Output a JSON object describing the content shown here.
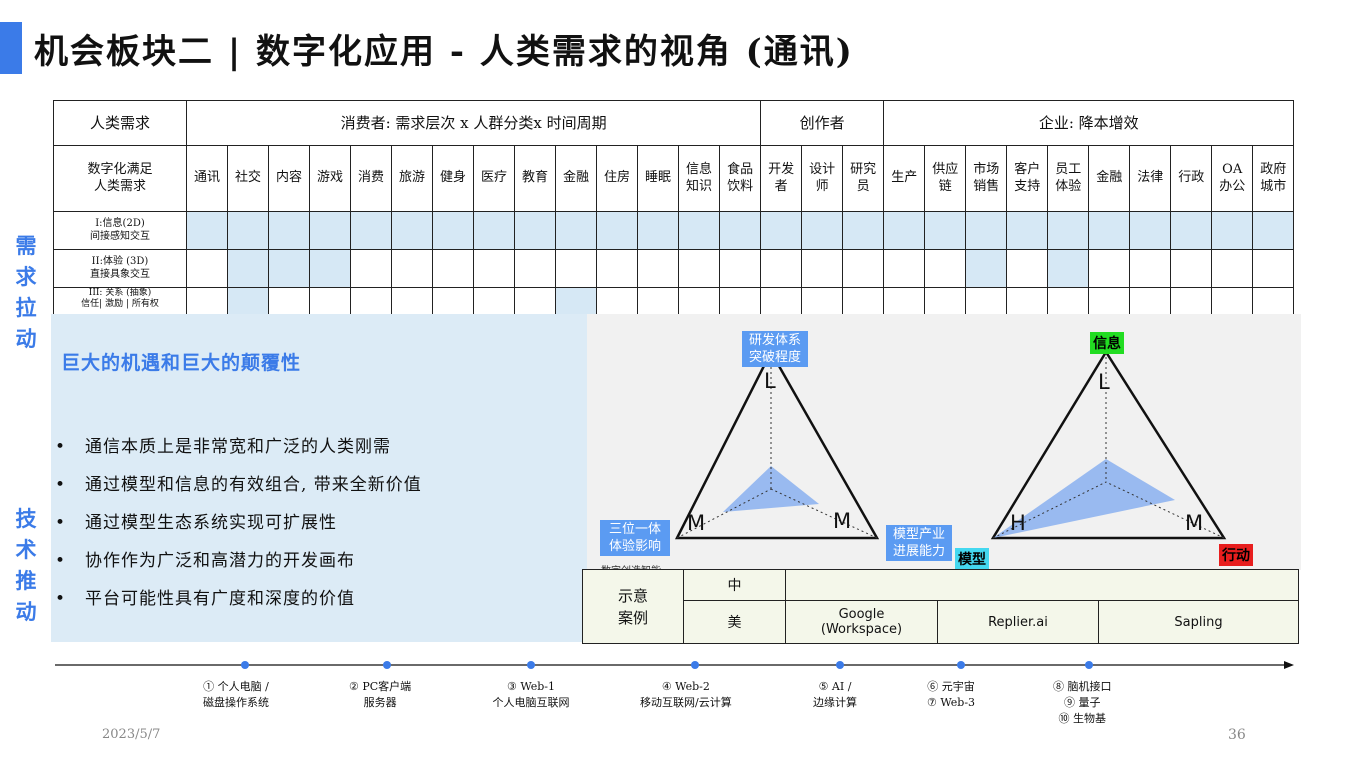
{
  "title": "机会板块二 | 数字化应用 - 人类需求的视角 (通讯)",
  "table": {
    "header_human_needs": "人类需求",
    "header_consumer": "消费者: 需求层次 x 人群分类x 时间周期",
    "header_creator": "创作者",
    "header_enterprise": "企业: 降本增效",
    "row_label_digital": "数字化满足\n人类需求",
    "columns": [
      "通讯",
      "社交",
      "内容",
      "游戏",
      "消费",
      "旅游",
      "健身",
      "医疗",
      "教育",
      "金融",
      "住房",
      "睡眠",
      "信息\n知识",
      "食品\n饮料",
      "开发\n者",
      "设计\n师",
      "研究\n员",
      "生产",
      "供应\n链",
      "市场\n销售",
      "客户\n支持",
      "员工\n体验",
      "金融",
      "法律",
      "行政",
      "OA\n办公",
      "政府\n城市"
    ],
    "rows": [
      {
        "label": "I:信息(2D)\n间接感知交互",
        "highlight": [
          1,
          1,
          1,
          1,
          1,
          1,
          1,
          1,
          1,
          1,
          1,
          1,
          1,
          1,
          1,
          1,
          1,
          1,
          1,
          1,
          1,
          1,
          1,
          1,
          1,
          1,
          1
        ]
      },
      {
        "label": "II:体验 (3D)\n直接具象交互",
        "highlight": [
          0,
          1,
          1,
          1,
          0,
          0,
          0,
          0,
          0,
          0,
          0,
          0,
          0,
          0,
          0,
          0,
          0,
          0,
          0,
          1,
          0,
          1,
          0,
          0,
          0,
          0,
          0
        ]
      },
      {
        "label": "III: 关系 (抽象)\n信任| 激励 | 所有权",
        "highlight": [
          0,
          1,
          0,
          0,
          0,
          0,
          0,
          0,
          0,
          1,
          0,
          0,
          0,
          0,
          0,
          0,
          0,
          0,
          0,
          0,
          0,
          0,
          0,
          0,
          0,
          0,
          0
        ]
      }
    ]
  },
  "side_labels": {
    "demand_pull": "需求拉动",
    "tech_push": "技术推动"
  },
  "left_panel": {
    "heading": "巨大的机遇和巨大的颠覆性",
    "bullets": [
      "通信本质上是非常宽和广泛的人类刚需",
      "通过模型和信息的有效组合, 带来全新价值",
      "通过模型生态系统实现可扩展性",
      "协作作为广泛和高潜力的开发画布",
      "平台可能性具有广度和深度的价值"
    ]
  },
  "triangles": {
    "left": {
      "top_tag": "研发体系\n突破程度",
      "left_tag": "三位一体\n体验影响",
      "top_letter": "L",
      "left_letter": "M",
      "right_letter": "M",
      "cut_text": "数字创造智能"
    },
    "right": {
      "top_tag": "信息",
      "left_tag": "模型产业\n进展能力",
      "left_bottom_tag": "模型",
      "right_tag": "行动",
      "top_letter": "L",
      "left_letter": "H",
      "right_letter": "M"
    }
  },
  "cases": {
    "label": "示意\n案例",
    "cn": "中",
    "us": "美",
    "us_items": [
      "Google\n(Workspace)",
      "Replier.ai",
      "Sapling"
    ]
  },
  "timeline": {
    "milestones": [
      "① 个人电脑 /\n磁盘操作系统",
      "② PC客户端\n服务器",
      "③ Web-1\n个人电脑互联网",
      "④ Web-2\n移动互联网/云计算",
      "⑤ AI /\n边缘计算",
      "⑥ 元宇宙\n⑦ Web-3",
      "⑧ 脑机接口\n⑨ 量子\n⑩ 生物基"
    ]
  },
  "footer": {
    "date": "2023/5/7",
    "page": "36"
  },
  "colors": {
    "accent": "#3b7be8",
    "highlight": "#d6e8f5",
    "tag_blue": "#5b9bf2",
    "tag_green": "#22dd22",
    "tag_cyan": "#44d8f0",
    "tag_red": "#e81e1e"
  }
}
